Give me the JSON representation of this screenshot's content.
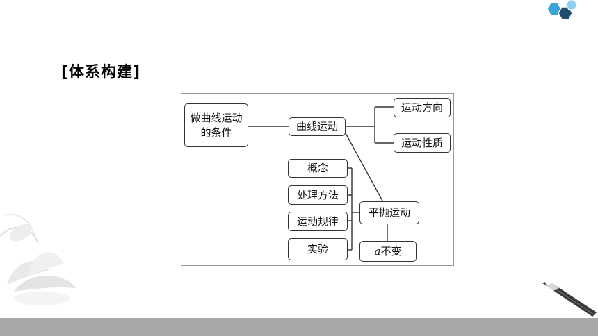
{
  "slide": {
    "title": "[体系构建]"
  },
  "diagram": {
    "nodes": {
      "condition": "做曲线运动的条件",
      "curvilinear_motion": "曲线运动",
      "motion_direction": "运动方向",
      "motion_nature": "运动性质",
      "concept": "概念",
      "method": "处理方法",
      "laws": "运动规律",
      "experiment": "实验",
      "projectile_motion": "平抛运动",
      "a_constant_var": "a",
      "a_constant_text": "不变"
    }
  },
  "colors": {
    "bottom_bar": "#a8a8a8",
    "hex_dark": "#1f4e6e",
    "hex_light": "#3aa3d8",
    "node_border": "#333333"
  }
}
